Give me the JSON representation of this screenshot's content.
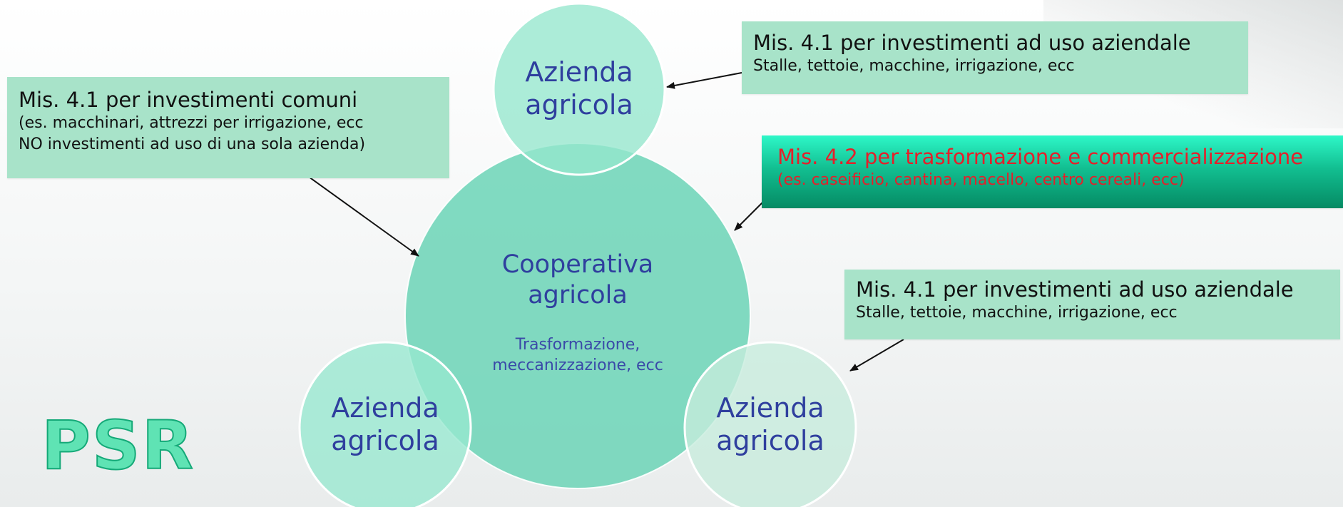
{
  "farm_top": {
    "line1": "Azienda",
    "line2": "agricola"
  },
  "cooperative": {
    "line1": "Cooperativa",
    "line2": "agricola",
    "sub1": "Trasformazione,",
    "sub2": "meccanizzazione, ecc"
  },
  "farm_left": {
    "line1": "Azienda",
    "line2": "agricola"
  },
  "farm_right": {
    "line1": "Azienda",
    "line2": "agricola"
  },
  "callout_common": {
    "headline": "Mis. 4.1 per investimenti comuni",
    "detail1": "(es. macchinari, attrezzi per irrigazione, ecc",
    "detail2": "NO investimenti ad uso di una sola azienda)"
  },
  "callout_farm_top": {
    "headline": "Mis. 4.1 per investimenti ad uso aziendale",
    "detail": "Stalle, tettoie, macchine, irrigazione, ecc"
  },
  "callout_transform": {
    "headline": "Mis. 4.2 per trasformazione e commercializzazione",
    "detail": "(es. caseificio, cantina, macello, centro cereali, ecc)"
  },
  "callout_farm_right": {
    "headline": "Mis. 4.1 per investimenti ad uso aziendale",
    "detail": "Stalle, tettoie, macchine, irrigazione, ecc"
  },
  "logo": {
    "text": "PSR"
  },
  "colors": {
    "circle_fill": "#8fe0c8",
    "coop_fill": "#6fd5b8",
    "label_text": "#2f3f9e",
    "callout_bg": "#a8e3c9",
    "highlight_text": "#e4202a"
  }
}
